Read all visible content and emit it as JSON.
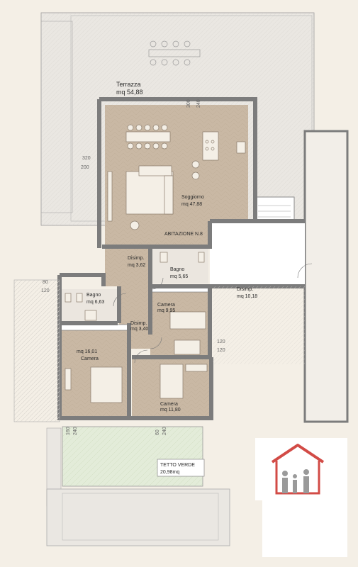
{
  "rooms": {
    "terrazza": {
      "name": "Terrazza",
      "area": "mq 54,88"
    },
    "soggiorno": {
      "name": "Soggiorno",
      "area": "mq 47,88"
    },
    "abitazione": {
      "name": "ABITAZIONE  N.8"
    },
    "disimp_1": {
      "name": "Disimp.",
      "area": "mq 3,62"
    },
    "bagno_1": {
      "name": "Bagno",
      "area": "mq 5,65"
    },
    "disimp_2": {
      "name": "Disimp.",
      "area": "mq 10,18"
    },
    "bagno_2": {
      "name": "Bagno",
      "area": "mq 6,63"
    },
    "camera_1": {
      "name": "Camera",
      "area": "mq 9,95"
    },
    "disimp_3": {
      "name": "Disimp.",
      "area": "mq 3,40"
    },
    "camera_2": {
      "name": "Camera",
      "area": "mq 16,01"
    },
    "camera_3": {
      "name": "Camera",
      "area": "mq 11,80"
    },
    "tetto_verde": {
      "name": "TETTO VERDE",
      "area": "20,98mq"
    }
  },
  "dimensions": {
    "top_a": "300",
    "top_b": "240",
    "left_a": "320",
    "left_b": "200",
    "mid_left_a": "80",
    "mid_left_b": "120",
    "right_a": "120",
    "right_b": "120",
    "bottom_a": "160",
    "bottom_b": "240",
    "bottom_c": "60",
    "bottom_d": "240"
  },
  "colors": {
    "background": "#f4efe6",
    "wall": "#7c7c7c",
    "floor": "#c9b8a4",
    "terrace": "#e9e6e1",
    "green_roof": "#e3ecd9",
    "logo_red": "#d24b46",
    "logo_gray": "#9a9a9a"
  },
  "logo": {
    "icon": "house-family-logo-icon"
  }
}
